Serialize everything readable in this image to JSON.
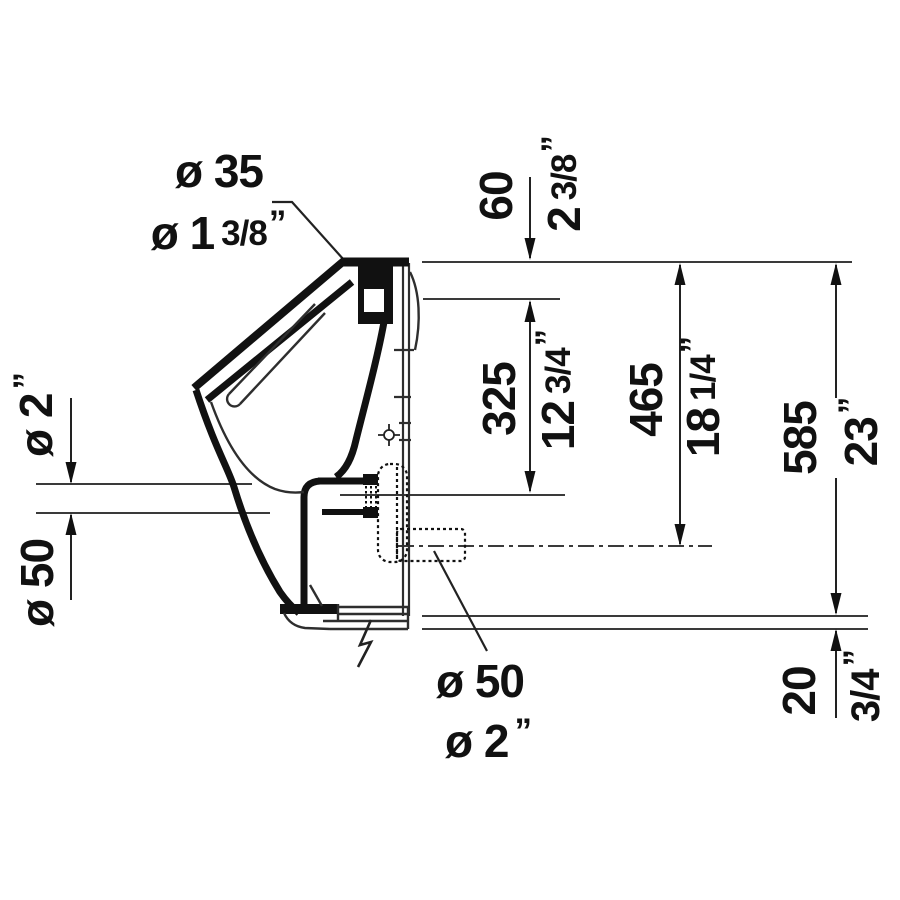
{
  "page": {
    "background": "#ffffff",
    "line_color": "#1c1c1c",
    "thick_line_color": "#111111"
  },
  "drawing": {
    "title": "wall-mounted urinal, side elevation dimension drawing",
    "units": [
      "mm",
      "inch"
    ],
    "quote": "”",
    "dims": {
      "inlet_metric": "ø 35",
      "inlet_in_main": "ø 1",
      "inlet_in_frac": "3/8",
      "top_metric": "60",
      "top_in_main": "2",
      "top_in_frac": "3/8",
      "inlet_outlet_metric": "325",
      "inlet_outlet_in_main": "12",
      "inlet_outlet_in_frac": "3/4",
      "rim_outlet_metric": "465",
      "rim_outlet_in_main": "18",
      "rim_outlet_in_frac": "1/4",
      "rim_floor_metric": "585",
      "rim_floor_in": "23",
      "floor_metric": "20",
      "floor_in_frac": "3/4",
      "left_pipe_in": "ø 2",
      "left_pipe_metric": "ø 50",
      "outlet_metric": "ø 50",
      "outlet_in": "ø 2"
    }
  }
}
